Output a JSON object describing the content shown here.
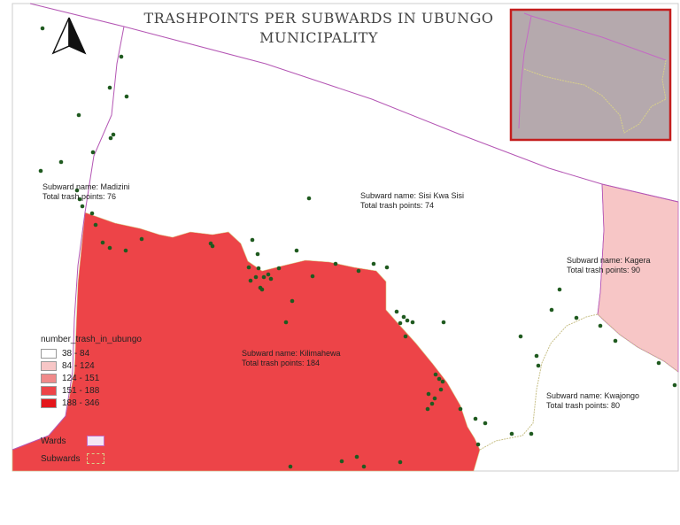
{
  "title": {
    "line1": "TRASHPOINTS PER SUBWARDS IN UBUNGO",
    "line2": "MUNICIPALITY"
  },
  "north_arrow_icon": "north-arrow-icon",
  "subwards": [
    {
      "id": "madizini",
      "name_line": "Subward name: Madizini",
      "points_line": "Total trash points: 76"
    },
    {
      "id": "sisi-kwa-sisi",
      "name_line": "Subward name: Sisi Kwa Sisi",
      "points_line": "Total trash points: 74"
    },
    {
      "id": "kagera",
      "name_line": "Subward name: Kagera",
      "points_line": "Total trash points: 90"
    },
    {
      "id": "kilimahewa",
      "name_line": "Subward name: Kilimahewa",
      "points_line": "Total trash points: 184"
    },
    {
      "id": "kwajongo",
      "name_line": "Subward name: Kwajongo",
      "points_line": "Total trash points: 80"
    }
  ],
  "legend": {
    "title": "number_trash_in_ubungo",
    "classes": [
      {
        "label": "38 - 84",
        "color": "#ffffff"
      },
      {
        "label": "84 - 124",
        "color": "#f7c6c6"
      },
      {
        "label": "124 - 151",
        "color": "#f08a8a"
      },
      {
        "label": "151 - 188",
        "color": "#ed4448"
      },
      {
        "label": "188 - 346",
        "color": "#e4161b"
      }
    ],
    "wards": {
      "label": "Wards",
      "color": "#c46ac4"
    },
    "subwards_line": {
      "label": "Subwards",
      "color": "#d8d08a"
    }
  },
  "colors": {
    "kilimahewa_fill": "#ed4448",
    "kagera_fill": "#f7c6c6",
    "trash_point": "#1f5a1f",
    "ward_boundary": "#b456b4",
    "inset_fill": "#b5a9ad",
    "inset_border": "#c41e1e"
  }
}
